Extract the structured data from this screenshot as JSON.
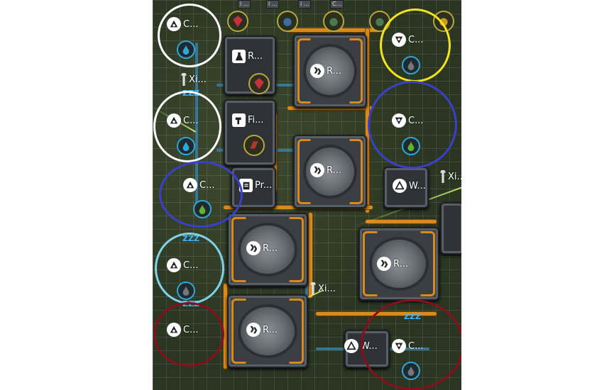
{
  "top_slots": [
    "i ...",
    "i ...",
    "i ...",
    "C..."
  ],
  "extractors": [
    {
      "label": "C...",
      "resource": "water"
    },
    {
      "label": "C...",
      "resource": "water"
    },
    {
      "label": "C...",
      "resource": "oil"
    },
    {
      "label": "C...",
      "resource": "coal"
    },
    {
      "label": "C...",
      "resource": "none"
    },
    {
      "label": "C...",
      "resource": "coal"
    },
    {
      "label": "C...",
      "resource": "oil"
    },
    {
      "label": "C...",
      "resource": "coal"
    }
  ],
  "refineries": [
    "R...",
    "R...",
    "R...",
    "R...",
    "R..."
  ],
  "buildings": {
    "refinery_small": "R...",
    "foundry": "Fi...",
    "printer": "Pr...",
    "workshop_1": "W...",
    "workshop_2": "W...",
    "tower_1": "Xi...",
    "tower_2": "Xi...",
    "tower_3": "Xi..."
  },
  "ring_colors": {
    "white": "#ffffff",
    "yellow": "#f4e21a",
    "blue": "#3b3fc9",
    "light_blue": "#7fd3e8",
    "dark_red": "#8a0f1c"
  },
  "colors": {
    "pipe": "#d98a1c",
    "belt": "#3a7fa8",
    "resource_ring": "#2fa6d6",
    "ground": "#2e3a26"
  }
}
